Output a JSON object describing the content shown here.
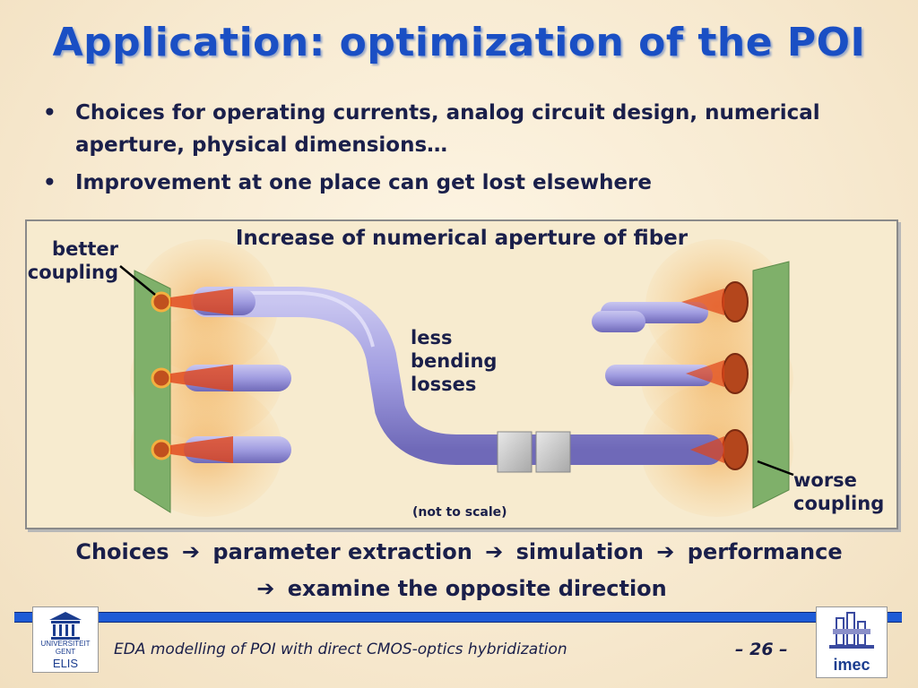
{
  "slide": {
    "title": "Application: optimization of the POI",
    "bullets": [
      "Choices for operating currents, analog circuit design, numerical aperture, physical dimensions…",
      "Improvement at one place can get lost elsewhere"
    ],
    "bullet_glyph": "•"
  },
  "figure": {
    "title": "Increase of numerical aperture of fiber",
    "label_left": [
      "better",
      "coupling"
    ],
    "label_middle": [
      "less",
      "bending",
      "losses"
    ],
    "label_right": [
      "worse",
      "coupling"
    ],
    "note": "(not to scale)"
  },
  "flow": {
    "line1": [
      "Choices",
      "parameter extraction",
      "simulation",
      "performance"
    ],
    "line2": "examine the opposite direction",
    "arrow_glyph": "➔"
  },
  "footer": {
    "text": "EDA modelling of POI with direct CMOS-optics hybridization",
    "page": "– 26 –",
    "left_logo": [
      "UNIVERSITEIT",
      "GENT",
      "ELIS"
    ],
    "right_logo": "imec"
  },
  "colors": {
    "title": "#1a4fc4",
    "text": "#1a1f4a",
    "footer_bar": "#1e5bd6",
    "fiber": "#9c97d8",
    "board": "#7fb06a"
  }
}
